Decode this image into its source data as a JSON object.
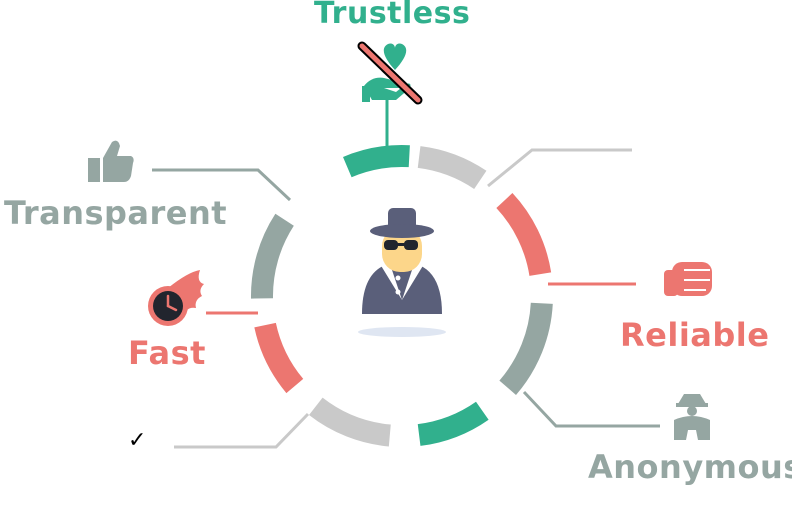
{
  "colors": {
    "teal": "#31b08d",
    "grey": "#c9c9c9",
    "slate": "#95a6a2",
    "coral": "#ec7670",
    "spy_body": "#5a5f7a",
    "spy_skin": "#fcd68a"
  },
  "labels": {
    "trustless": "Trustless",
    "transparent": "Transparent",
    "fast": "Fast",
    "reliable": "Reliable",
    "anonymous": "Anonymous",
    "check": "✓"
  },
  "icons": {
    "center": "spy-icon",
    "trustless": "crossed-out-heart-hand-icon",
    "transparent": "thumbs-up-icon",
    "fast": "flaming-clock-icon",
    "reliable": "handshake-fist-icon",
    "anonymous": "anonymous-person-icon"
  }
}
